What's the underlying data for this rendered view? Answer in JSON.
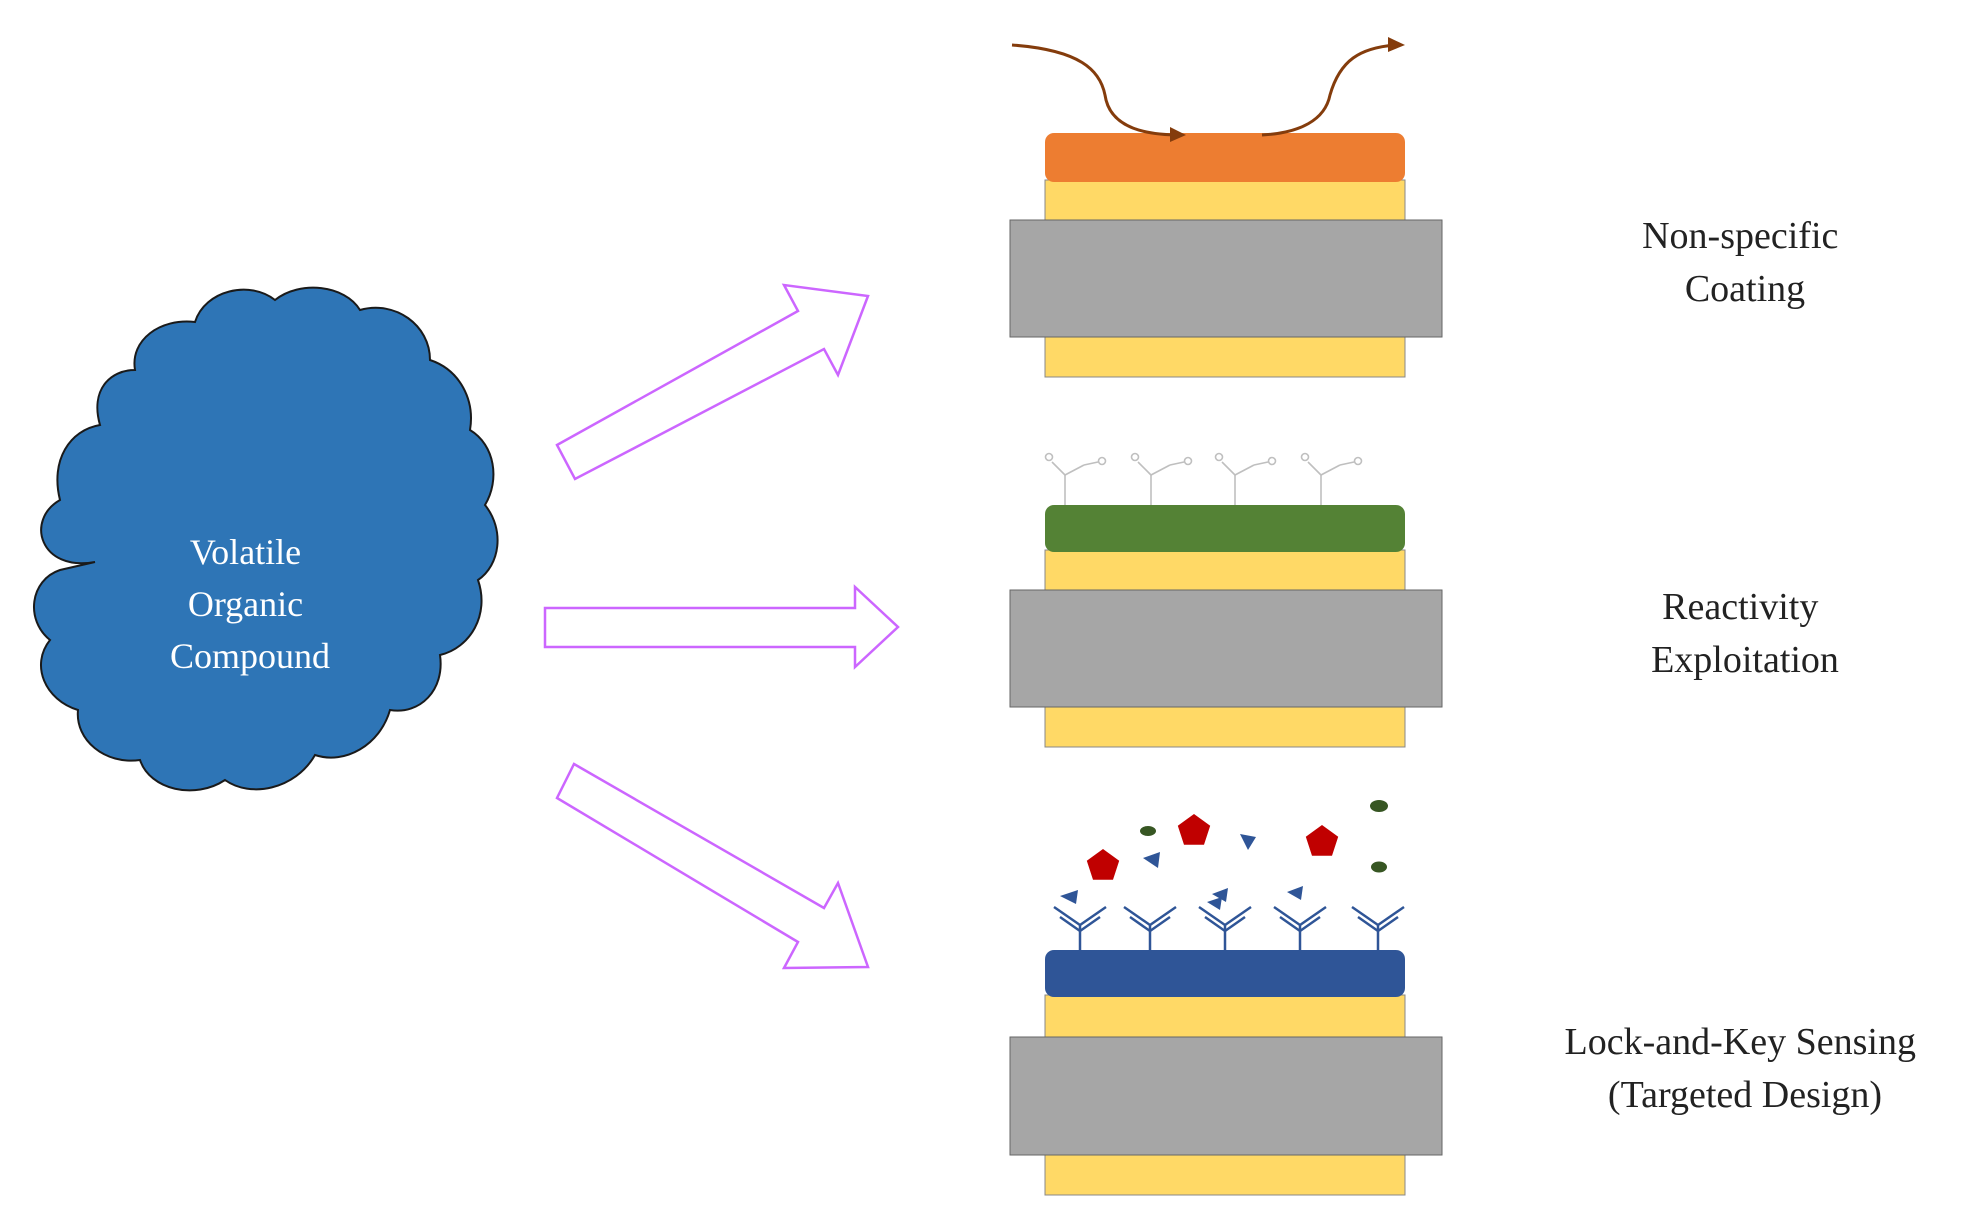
{
  "source": {
    "lines": [
      "Volatile",
      "Organic",
      "Compound"
    ],
    "fill": "#2E75B6",
    "stroke": "#1a1a1a"
  },
  "arrow_color": "#CC66FF",
  "colors": {
    "substrate": "#A6A6A6",
    "electrode": "#FFD966",
    "coating_nonspecific": "#ED7D31",
    "coating_reactive": "#548235",
    "coating_lock_key": "#2F5597",
    "diffusion_arrow": "#843C0C",
    "functional_group": "#BFBFBF",
    "receptor": "#2F5597",
    "pentagon_analyte": "#C00000",
    "triangle_analyte": "#2F5597",
    "ellipse_analyte": "#375623"
  },
  "sensors": [
    {
      "id": "nonspecific",
      "label_lines": [
        "Non-specific",
        "Coating"
      ],
      "coating_color": "#ED7D31",
      "surface_feature": "diffusion-arrow"
    },
    {
      "id": "reactivity",
      "label_lines": [
        "Reactivity",
        "Exploitation"
      ],
      "coating_color": "#548235",
      "surface_feature": "functional-groups"
    },
    {
      "id": "lock-key",
      "label_lines": [
        "Lock-and-Key Sensing",
        "(Targeted Design)"
      ],
      "coating_color": "#2F5597",
      "surface_feature": "receptors-and-analytes"
    }
  ]
}
